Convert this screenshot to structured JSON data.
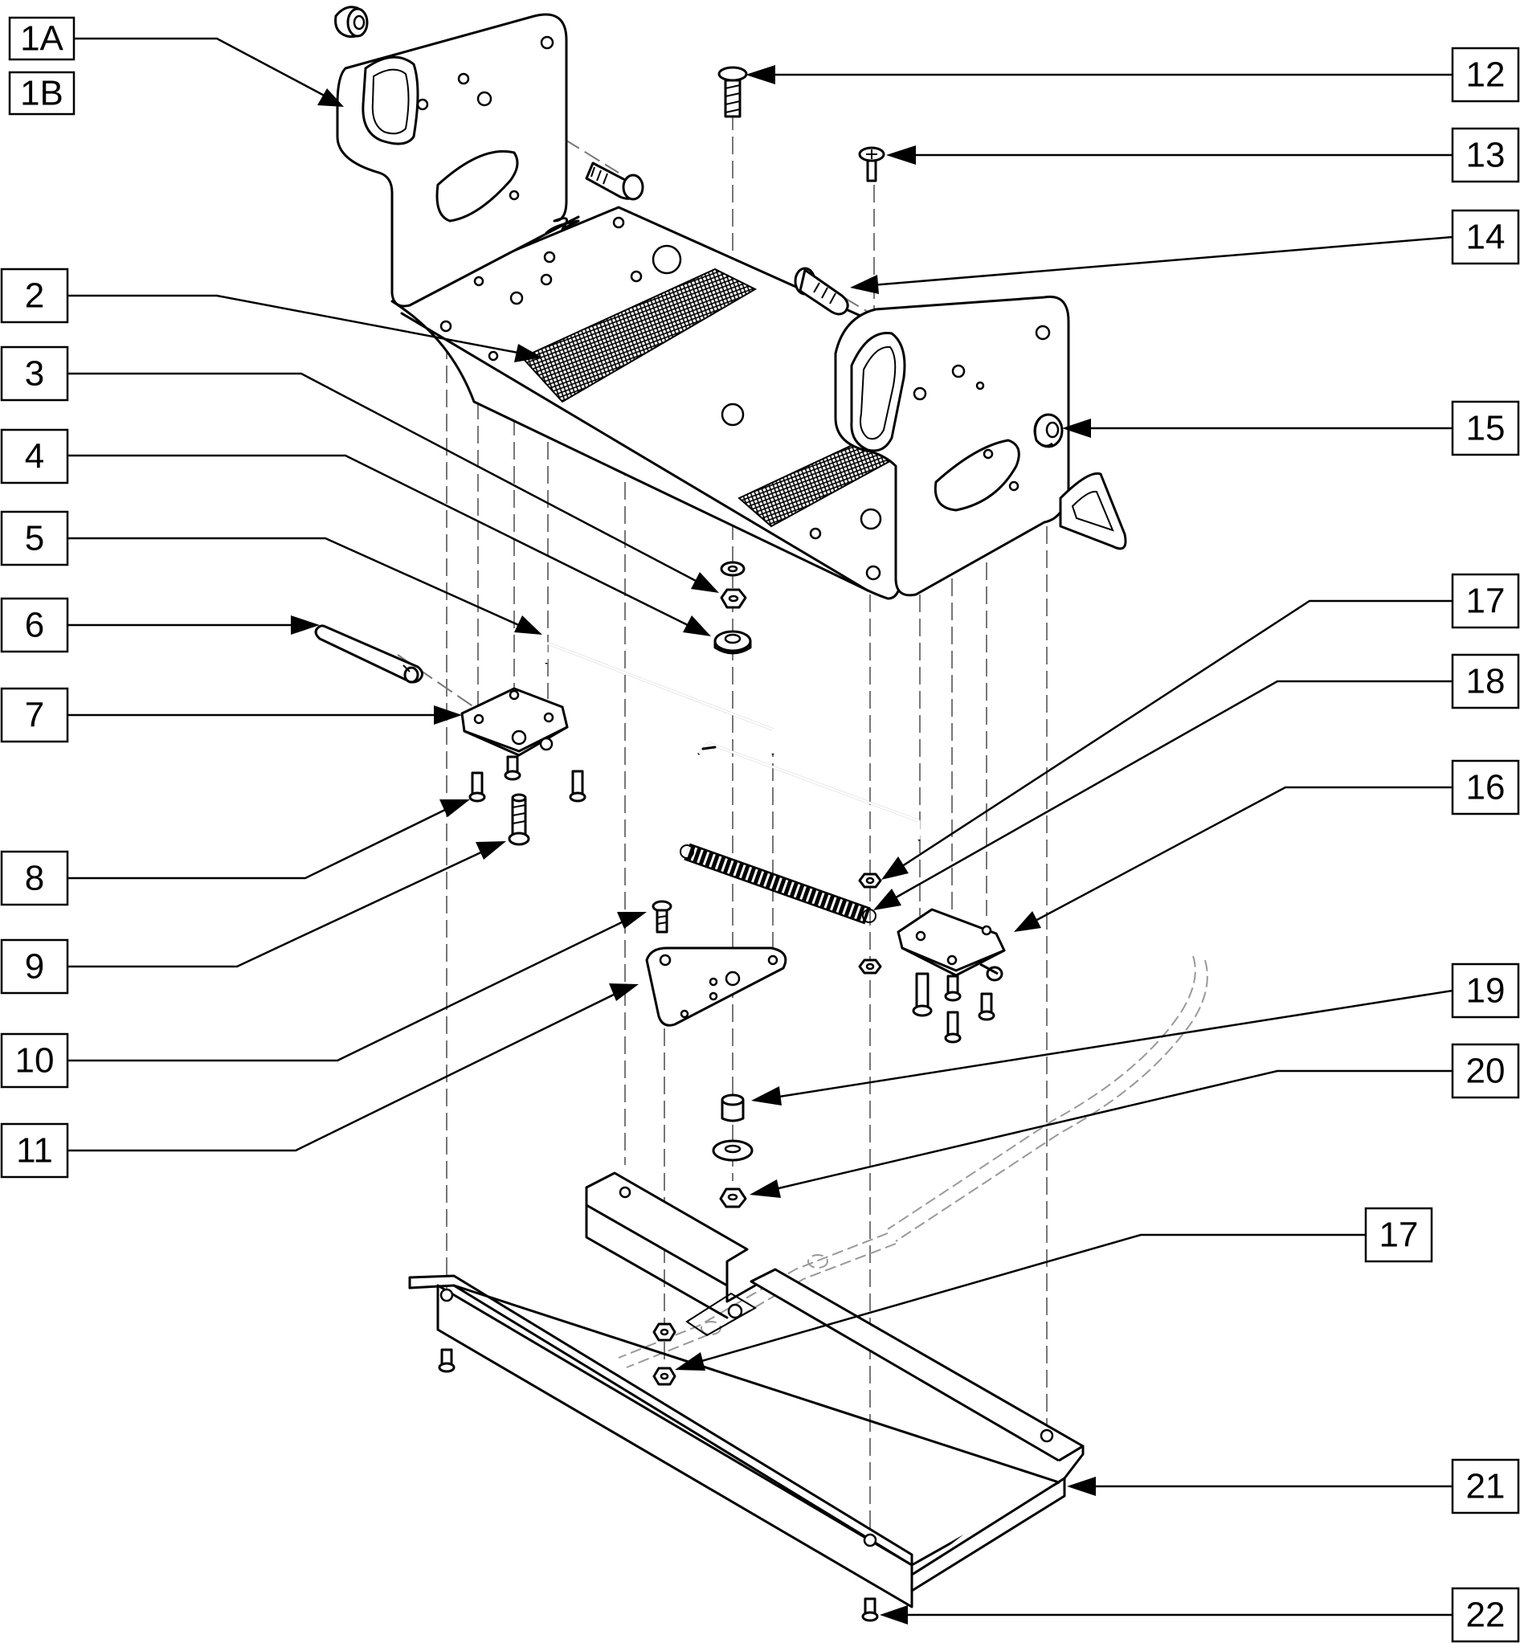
{
  "callouts": [
    {
      "id": "1A",
      "label": "1A"
    },
    {
      "id": "1B",
      "label": "1B"
    },
    {
      "id": "2",
      "label": "2"
    },
    {
      "id": "3",
      "label": "3"
    },
    {
      "id": "4",
      "label": "4"
    },
    {
      "id": "5",
      "label": "5"
    },
    {
      "id": "6",
      "label": "6"
    },
    {
      "id": "7",
      "label": "7"
    },
    {
      "id": "8",
      "label": "8"
    },
    {
      "id": "9",
      "label": "9"
    },
    {
      "id": "10",
      "label": "10"
    },
    {
      "id": "11",
      "label": "11"
    },
    {
      "id": "12",
      "label": "12"
    },
    {
      "id": "13",
      "label": "13"
    },
    {
      "id": "14",
      "label": "14"
    },
    {
      "id": "15",
      "label": "15"
    },
    {
      "id": "16",
      "label": "16"
    },
    {
      "id": "17a",
      "label": "17"
    },
    {
      "id": "18",
      "label": "18"
    },
    {
      "id": "19",
      "label": "19"
    },
    {
      "id": "20",
      "label": "20"
    },
    {
      "id": "17b",
      "label": "17"
    },
    {
      "id": "21",
      "label": "21"
    },
    {
      "id": "22",
      "label": "22"
    }
  ]
}
